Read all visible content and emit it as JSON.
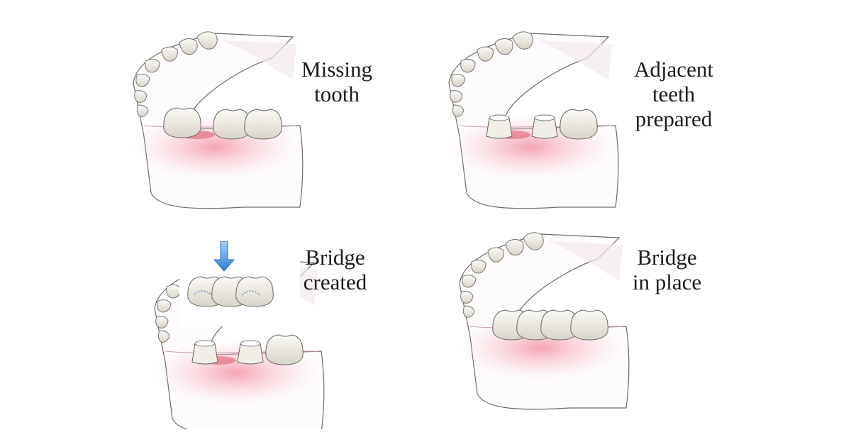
{
  "panels": [
    {
      "label": "Missing\ntooth"
    },
    {
      "label": "Adjacent\nteeth\nprepared"
    },
    {
      "label": "Bridge\ncreated"
    },
    {
      "label": "Bridge\nin place"
    }
  ],
  "colors": {
    "gum": "#f4a7b4",
    "tooth": "#f3f0ea",
    "arrow": "#3b8fe0",
    "outline": "#555555"
  }
}
